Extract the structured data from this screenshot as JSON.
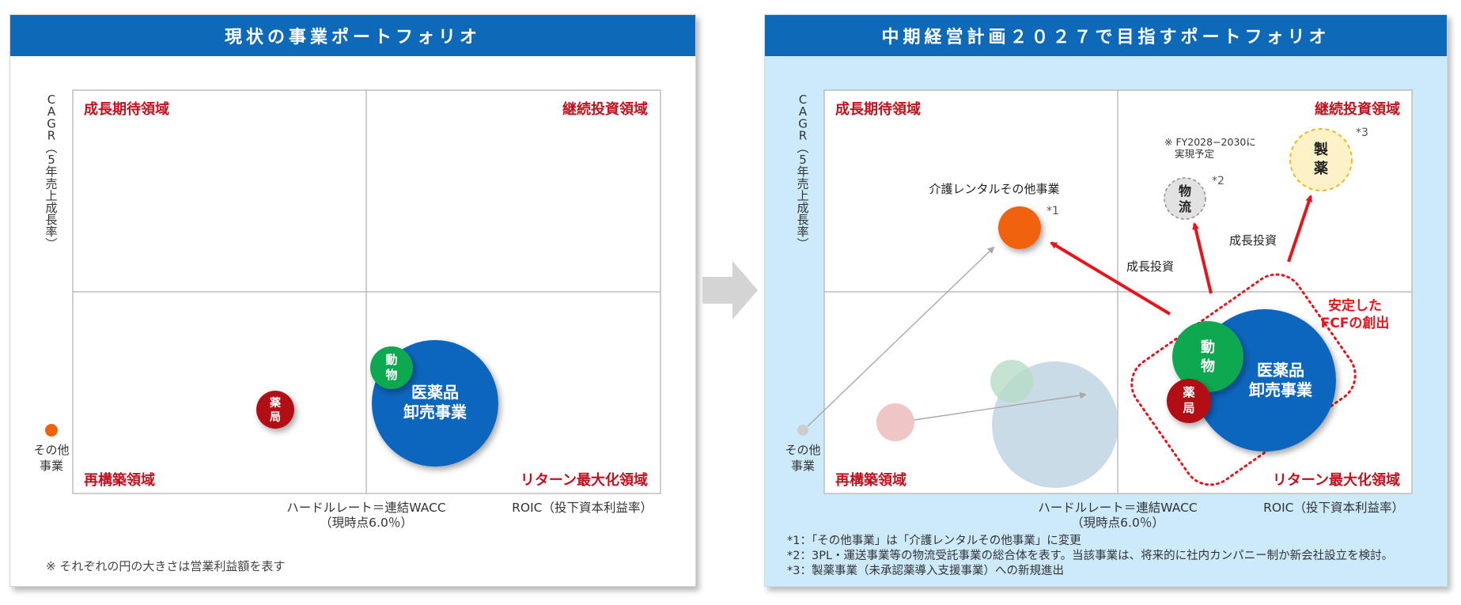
{
  "current": {
    "title": "現状の事業ポートフォリオ",
    "y_axis_label": "CAGR（5年売上成長率）",
    "hurdle": [
      "ハードルレート＝連結WACC",
      "（現時点6.0％）"
    ],
    "x_axis_label": "ROIC（投下資本利益率）",
    "quadrants": {
      "top_left": "成長期待領域",
      "top_right": "継続投資領域",
      "bottom_left": "再構築領域",
      "bottom_right": "リターン最大化領域"
    },
    "bubbles": {
      "other": [
        "その他",
        "事業"
      ],
      "pharmacy": [
        "薬",
        "局"
      ],
      "animal": [
        "動",
        "物"
      ],
      "wholesale": [
        "医薬品",
        "卸売事業"
      ]
    },
    "note": "※ それぞれの円の大きさは営業利益額を表す"
  },
  "target": {
    "title": "中期経営計画２０２７で目指すポートフォリオ",
    "y_axis_label": "CAGR（5年売上成長率）",
    "hurdle": [
      "ハードルレート＝連結WACC",
      "（現時点6.0％）"
    ],
    "x_axis_label": "ROIC（投下資本利益率）",
    "quadrants": {
      "top_left": "成長期待領域",
      "top_right": "継続投資領域",
      "bottom_left": "再構築領域",
      "bottom_right": "リターン最大化領域"
    },
    "bubbles": {
      "other": [
        "その他",
        "事業"
      ],
      "care_rental": "介護レンタルその他事業",
      "care_mark": "*1",
      "logistics": [
        "物",
        "流"
      ],
      "logistics_mark": "*2",
      "pharma_mfg": [
        "製",
        "薬"
      ],
      "pharma_mark": "*3",
      "animal": [
        "動",
        "物"
      ],
      "pharmacy": [
        "薬",
        "局"
      ],
      "wholesale": [
        "医薬品",
        "卸売事業"
      ]
    },
    "fy_note": [
      "※ FY2028−2030に",
      "実現予定"
    ],
    "growth_invest_1": "成長投資",
    "growth_invest_2": "成長投資",
    "fcf_label": [
      "安定した",
      "FCFの創出"
    ],
    "footnotes": [
      "*1：「その他事業」は「介護レンタルその他事業」に変更",
      "*2：3PL・運送事業等の物流受託事業の総合体を表す。当該事業は、将来的に社内カンパニー制か新会社設立を検討。",
      "*3：製薬事業（未承認薬導入支援事業）への新規進出"
    ]
  },
  "colors": {
    "header_blue": "#0e6ab8",
    "label_red": "#c0121e",
    "wholesale_blue": "#0b66be",
    "animal_green": "#0fa84f",
    "pharmacy_red": "#b30f15",
    "other_orange": "#f0620a",
    "arrow_red": "#e8141c",
    "right_bg": "#cdeafb"
  }
}
